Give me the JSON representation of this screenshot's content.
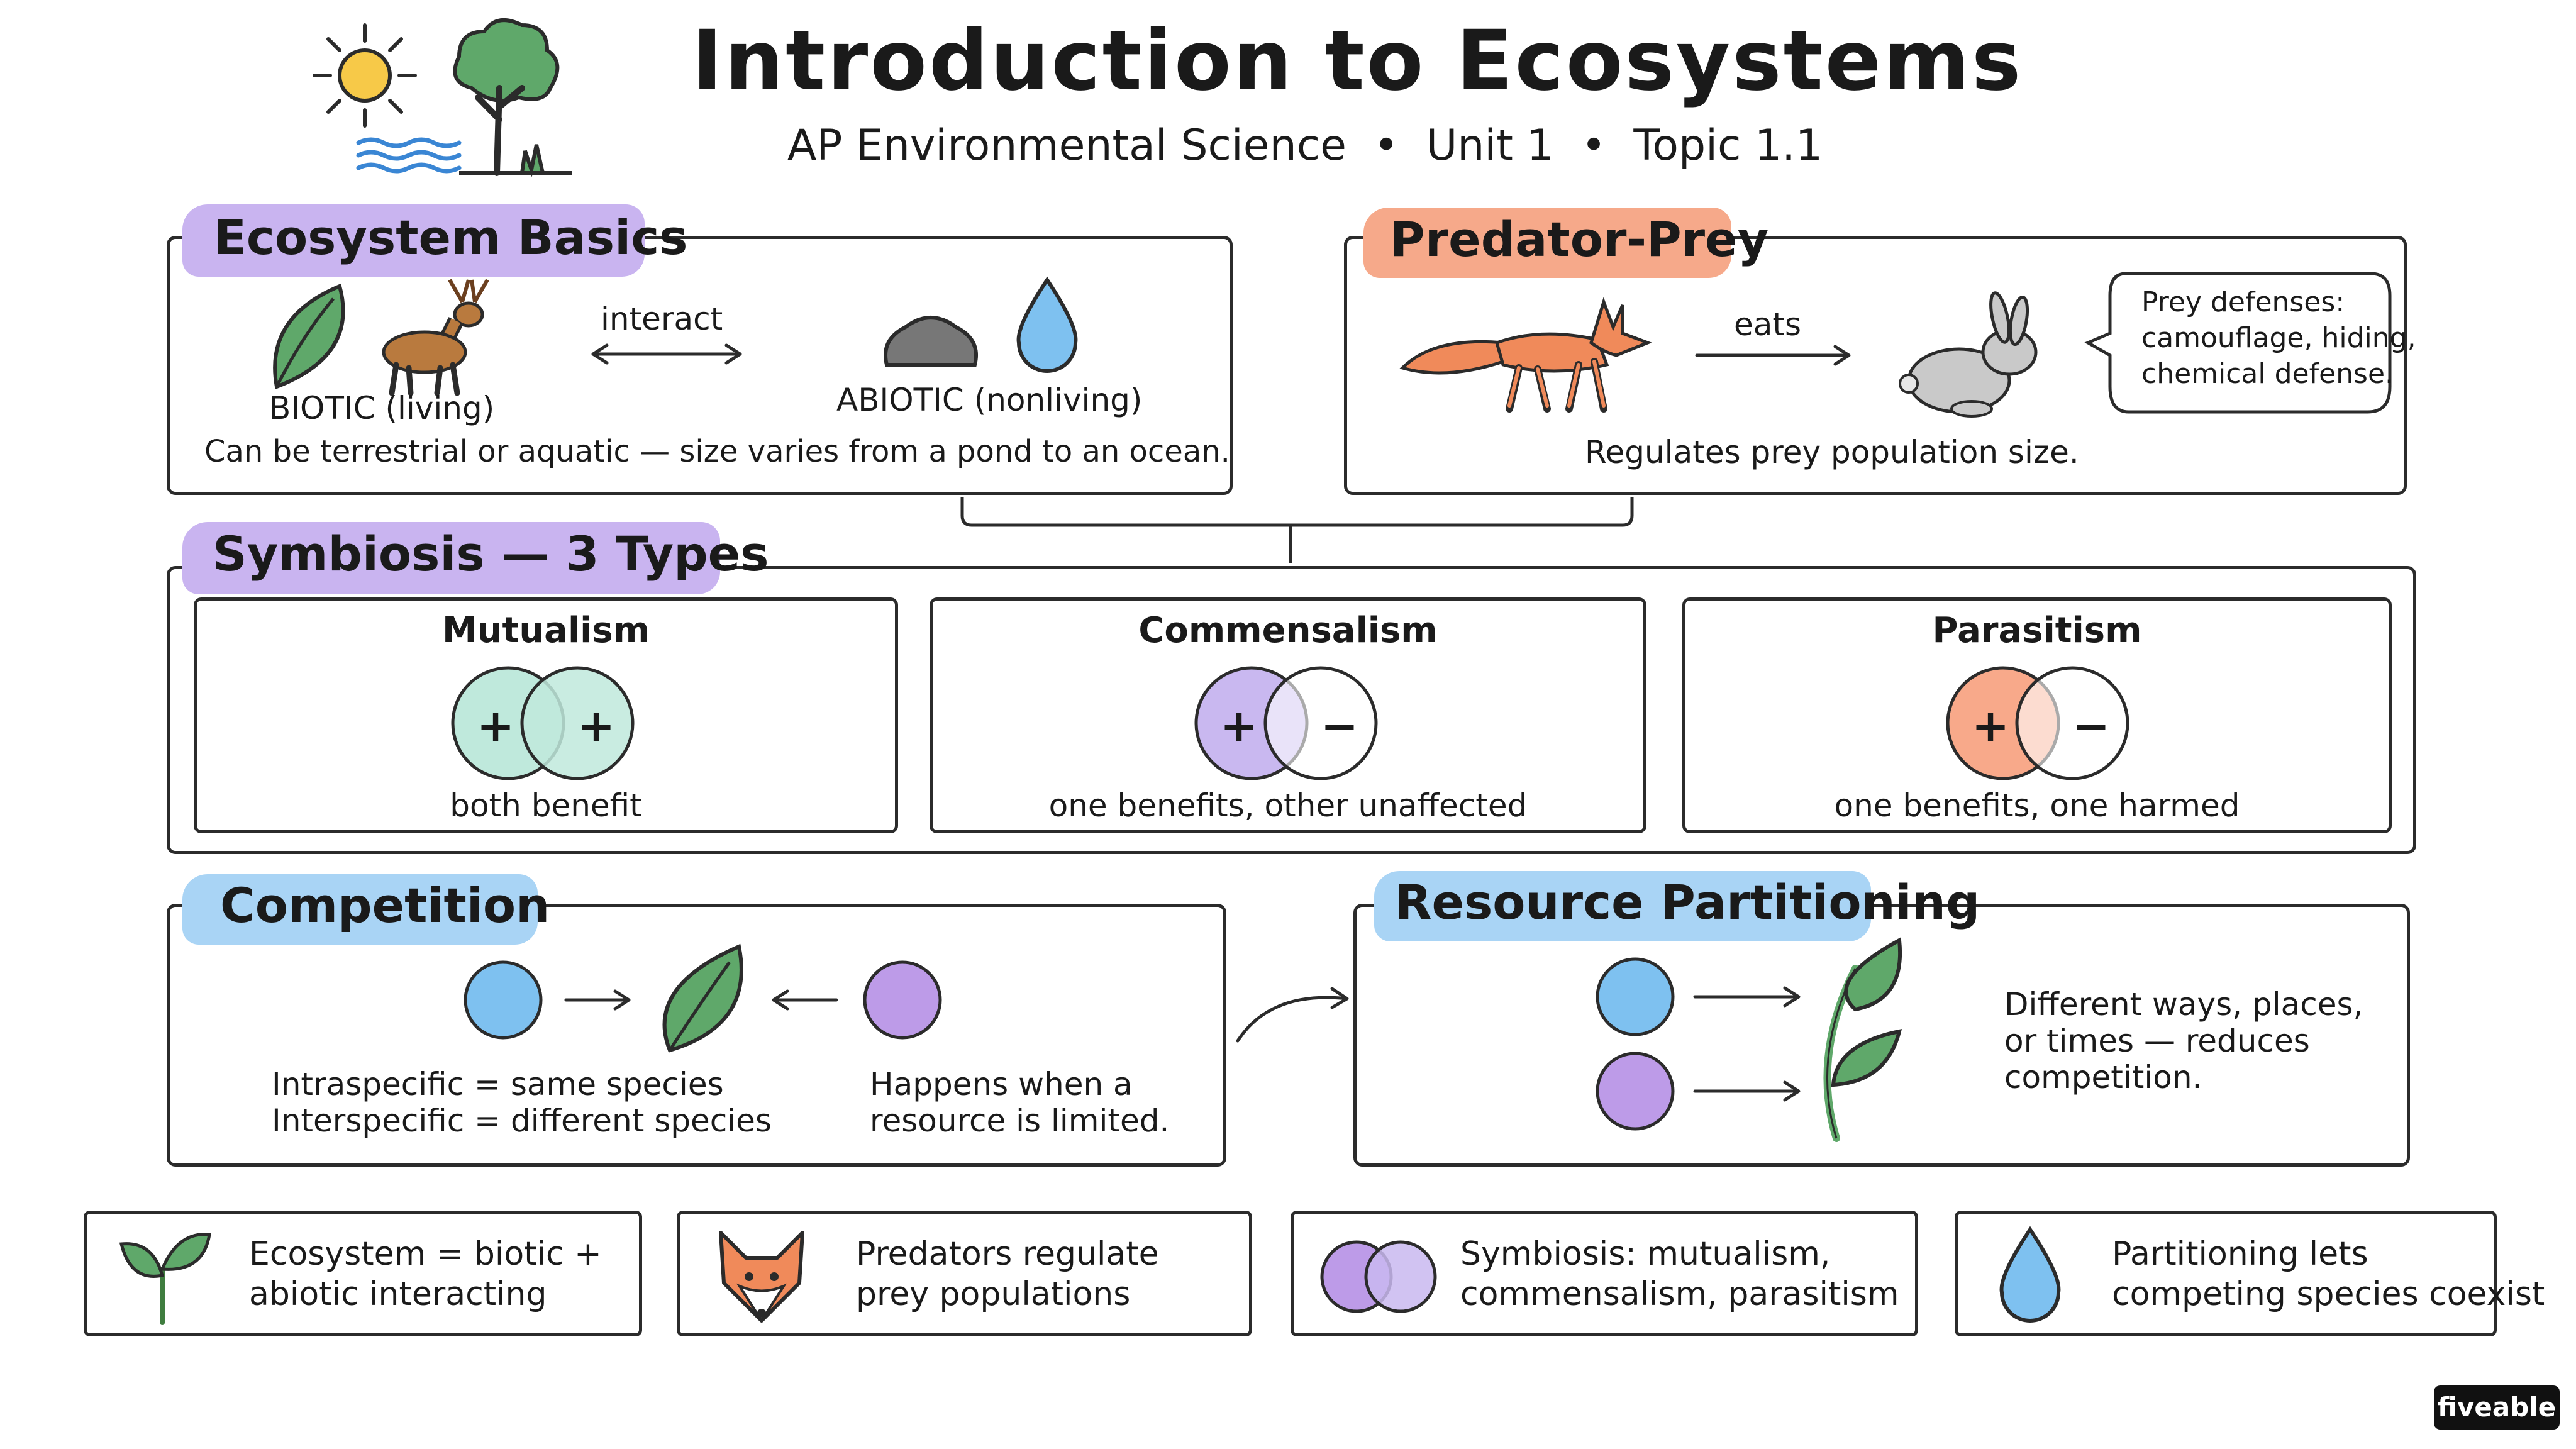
{
  "header": {
    "title": "Introduction to Ecosystems",
    "subtitle": "AP Environmental Science  •  Unit 1  •  Topic 1.1"
  },
  "ecosystem_basics": {
    "title": "Ecosystem Basics",
    "biotic_label": "BIOTIC (living)",
    "interact_label": "interact",
    "abiotic_label": "ABIOTIC (nonliving)",
    "caption": "Can be terrestrial or aquatic — size varies from a pond to an ocean."
  },
  "predator_prey": {
    "title": "Predator-Prey",
    "eats_label": "eats",
    "bubble_line1": "Prey defenses:",
    "bubble_line2": "camouflage, hiding,",
    "bubble_line3": "chemical defense.",
    "caption": "Regulates prey population size."
  },
  "symbiosis": {
    "title": "Symbiosis — 3 Types",
    "types": [
      {
        "name": "Mutualism",
        "left_sign": "+",
        "right_sign": "+",
        "caption": "both benefit"
      },
      {
        "name": "Commensalism",
        "left_sign": "+",
        "right_sign": "−",
        "caption": "one benefits, other unaffected"
      },
      {
        "name": "Parasitism",
        "left_sign": "+",
        "right_sign": "−",
        "caption": "one benefits, one harmed"
      }
    ]
  },
  "competition": {
    "title": "Competition",
    "line1": "Intraspecific = same species",
    "line2": "Interspecific = different species",
    "note1": "Happens when a",
    "note2": "resource is limited."
  },
  "resource_partitioning": {
    "title": "Resource Partitioning",
    "line1": "Different ways, places,",
    "line2": "or times — reduces",
    "line3": "competition."
  },
  "takeaways": [
    {
      "line1": "Ecosystem = biotic +",
      "line2": "abiotic interacting",
      "icon": "sprout-icon"
    },
    {
      "line1": "Predators regulate",
      "line2": "prey populations",
      "icon": "fox-head-icon"
    },
    {
      "line1": "Symbiosis: mutualism,",
      "line2": "commensalism, parasitism",
      "icon": "overlap-circles-icon"
    },
    {
      "line1": "Partitioning lets",
      "line2": "competing species coexist",
      "icon": "water-drop-icon"
    }
  ],
  "brand": "fiveable",
  "colors": {
    "purple_highlight": "#c9b4f0",
    "orange_highlight": "#f6a98a",
    "blue_highlight": "#a9d4f5",
    "mint": "#bfe9dc",
    "lavender": "#c9b8f0",
    "salmon": "#f8a98a",
    "blue_circle": "#7ec1f0",
    "purple_circle": "#bd9be8",
    "leaf_green": "#5fa86a"
  }
}
